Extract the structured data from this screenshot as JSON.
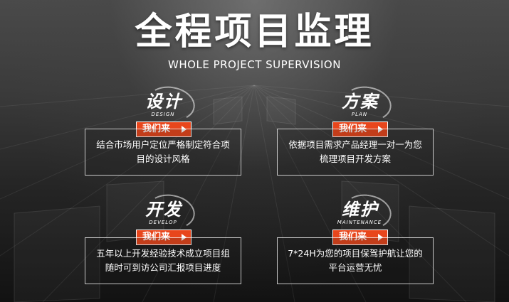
{
  "header": {
    "title": "全程项目监理",
    "subtitle": "WHOLE PROJECT SUPERVISION"
  },
  "colors": {
    "accent": "#e8461c",
    "text": "#ffffff"
  },
  "sections": [
    {
      "badge_cn": "设计",
      "badge_en": "DESIGN",
      "cta_label": "我们来",
      "description": "结合市场用户定位严格制定符合项目的设计风格"
    },
    {
      "badge_cn": "方案",
      "badge_en": "PLAN",
      "cta_label": "我们来",
      "description": "依据项目需求产品经理一对一为您梳理项目开发方案"
    },
    {
      "badge_cn": "开发",
      "badge_en": "DEVELOP",
      "cta_label": "我们来",
      "description": "五年以上开发经验技术成立项目组随时可到访公司汇报项目进度"
    },
    {
      "badge_cn": "维护",
      "badge_en": "MAINTENANCE",
      "cta_label": "我们来",
      "description": "7*24H为您的项目保驾护航让您的平台运营无忧"
    }
  ]
}
